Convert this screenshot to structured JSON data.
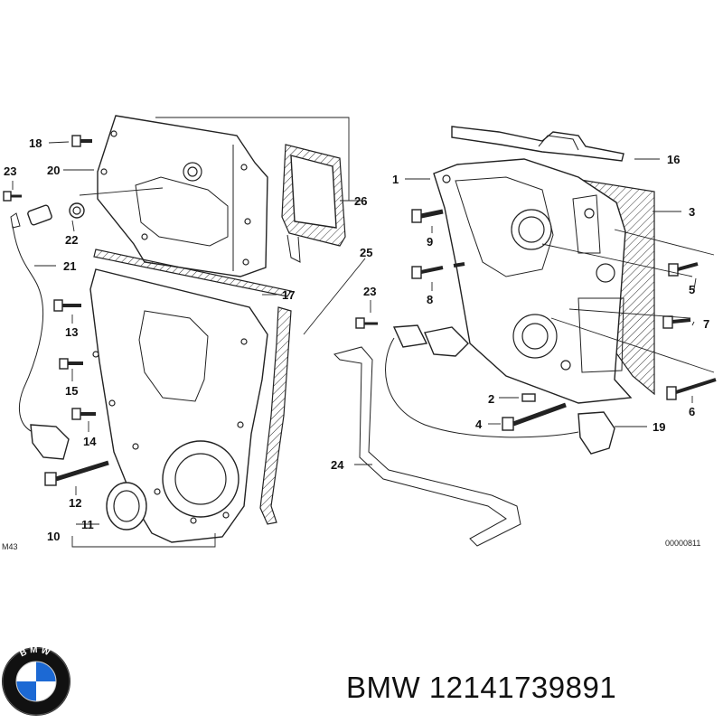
{
  "diagram": {
    "section_code": "M43",
    "drawing_number": "00000811",
    "callouts": [
      "1",
      "2",
      "3",
      "4",
      "5",
      "6",
      "7",
      "8",
      "9",
      "10",
      "11",
      "12",
      "13",
      "14",
      "15",
      "16",
      "17",
      "19",
      "18",
      "20",
      "21",
      "22",
      "23",
      "23",
      "24",
      "25",
      "26"
    ]
  },
  "footer": {
    "brand_text": "BMW 12141739891",
    "logo_letters": "BMW",
    "logo_colors": {
      "blue": "#1c69d4",
      "ring": "#111111",
      "white": "#ffffff"
    }
  }
}
